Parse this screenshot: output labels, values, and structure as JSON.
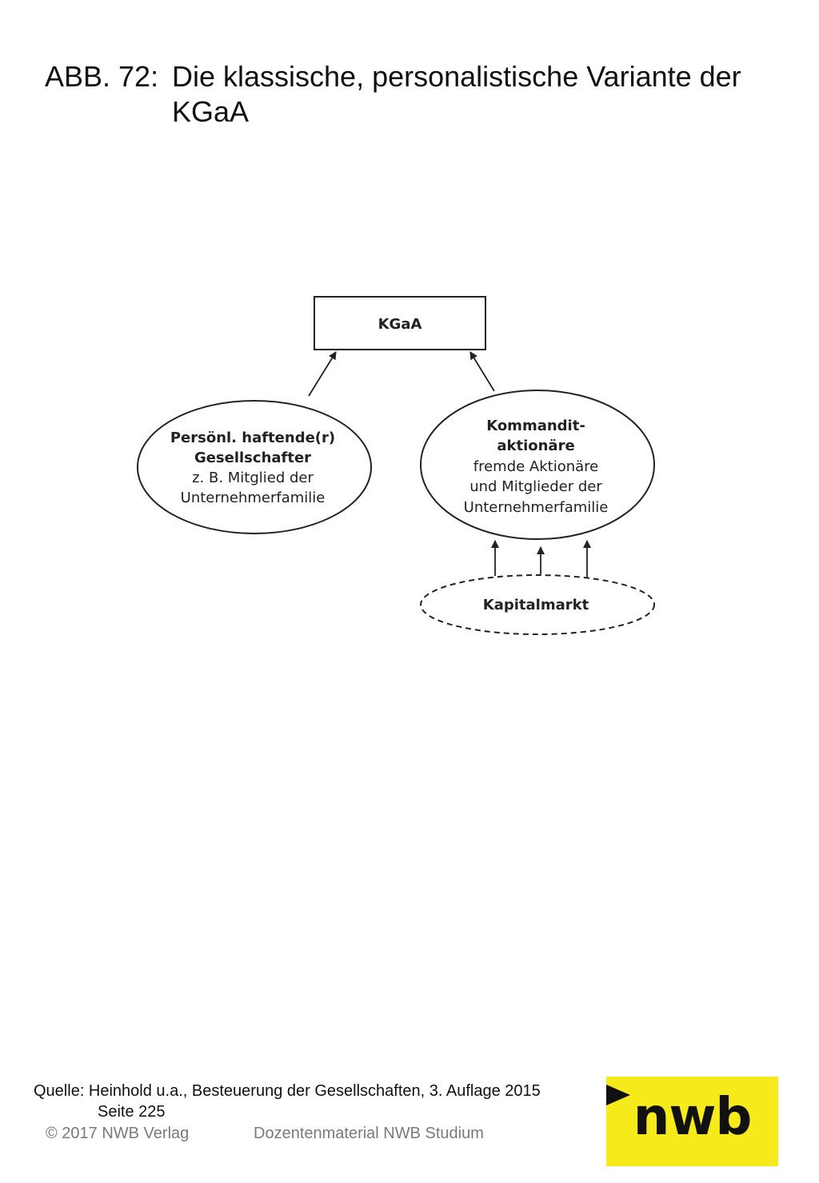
{
  "title": {
    "number": "ABB. 72:",
    "line1": "Die klassische, personalistische Variante der",
    "line2": "KGaA"
  },
  "diagram": {
    "top_box": "KGaA",
    "left_ellipse": {
      "bold_lines": [
        "Persönl. haftende(r)",
        "Gesellschafter"
      ],
      "lines": [
        "z. B. Mitglied der",
        "Unternehmerfamilie"
      ]
    },
    "right_ellipse": {
      "bold_lines": [
        "Kommandit-",
        "aktionäre"
      ],
      "lines": [
        "fremde Aktionäre",
        "und Mitglieder der",
        "Unternehmerfamilie"
      ]
    },
    "bottom_ellipse": "Kapitalmarkt"
  },
  "source": {
    "line1": "Quelle: Heinhold u.a., Besteuerung der Gesellschaften, 3. Auflage 2015",
    "line2": "Seite 225"
  },
  "footer": {
    "copyright": "© 2017 NWB Verlag",
    "material": "Dozentenmaterial NWB Studium"
  },
  "logo": {
    "text": "nwb",
    "background": "#f7ea1a"
  }
}
